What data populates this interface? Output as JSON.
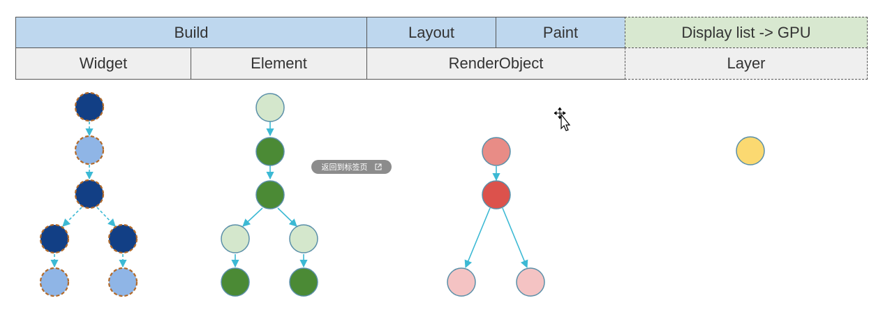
{
  "header": {
    "row1": {
      "build": "Build",
      "layout": "Layout",
      "paint": "Paint",
      "display": "Display list -> GPU"
    },
    "row2": {
      "widget": "Widget",
      "element": "Element",
      "renderobject": "RenderObject",
      "layer": "Layer"
    }
  },
  "overlay": {
    "back_to_tab": "返回到标签页"
  },
  "colors": {
    "widget_dark": "#123f85",
    "widget_light": "#8fb5e6",
    "widget_dash": "#b26a2a",
    "element_dark": "#4b8a35",
    "element_light": "#d4e7cc",
    "render_mid": "#e88c86",
    "render_dark": "#dc524c",
    "render_light": "#f4c3c3",
    "layer_fill": "#fbd971",
    "edge": "#3cb9d4"
  }
}
